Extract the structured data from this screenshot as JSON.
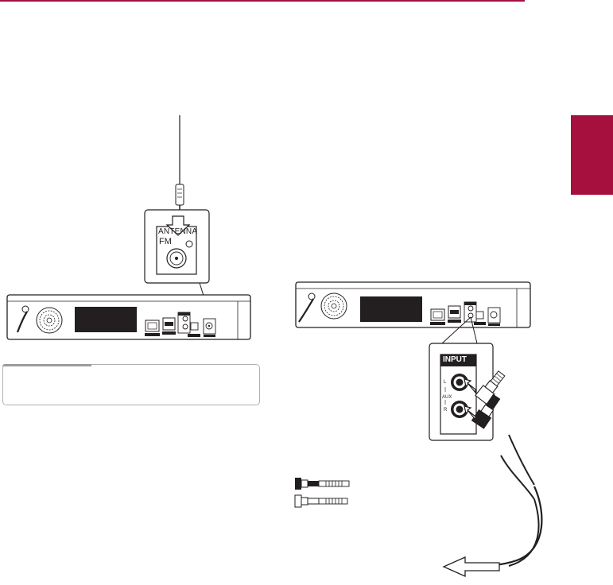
{
  "page": {
    "accent_color": "#a5103e"
  },
  "antenna_panel": {
    "antenna_label": "ANTENNA",
    "fm_label": "FM"
  },
  "aux_panel": {
    "input_label": "INPUT",
    "l_label": "L",
    "aux_label": "AUX",
    "r_label": "R"
  },
  "note": {
    "text": ""
  }
}
